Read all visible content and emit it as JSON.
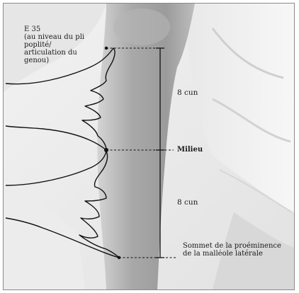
{
  "figure": {
    "labels": {
      "point_title": "E 35",
      "point_location": "(au niveau du pli poplité/ articulation du genou)",
      "upper_distance": "8 cun",
      "midpoint": "Milieu",
      "lower_distance": "8 cun",
      "bottom_landmark": "Sommet de la proéminence de la malléole latérale"
    },
    "colors": {
      "background": "#ffffff",
      "leg_shade": "#9a9a9a",
      "line": "#111111"
    }
  }
}
